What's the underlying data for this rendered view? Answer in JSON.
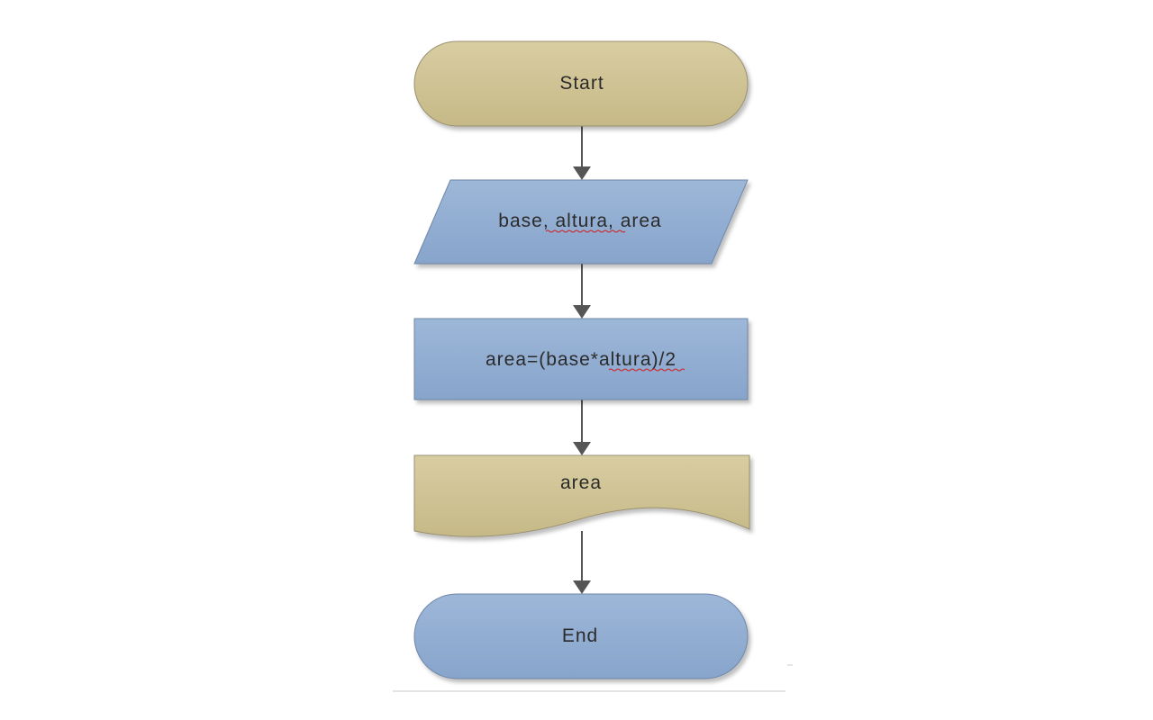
{
  "flowchart": {
    "nodes": [
      {
        "id": "start",
        "shape": "terminator",
        "text": "Start",
        "fill": "#cfc394"
      },
      {
        "id": "input",
        "shape": "parallelogram",
        "text": "base, altura, area",
        "fill": "#93aed1"
      },
      {
        "id": "process",
        "shape": "process",
        "text": "area=(base*altura)/2",
        "fill": "#93aed1"
      },
      {
        "id": "output",
        "shape": "document",
        "text": "area",
        "fill": "#cfc394"
      },
      {
        "id": "end",
        "shape": "terminator",
        "text": "End",
        "fill": "#93aed1"
      }
    ],
    "edges": [
      {
        "from": "start",
        "to": "input"
      },
      {
        "from": "input",
        "to": "process"
      },
      {
        "from": "process",
        "to": "output"
      },
      {
        "from": "output",
        "to": "end"
      }
    ],
    "colors": {
      "tan": "#cfc394",
      "blue": "#93aed1",
      "outline": "#8a8a8a",
      "arrow": "#555555",
      "spellcheck": "#d22222"
    }
  }
}
